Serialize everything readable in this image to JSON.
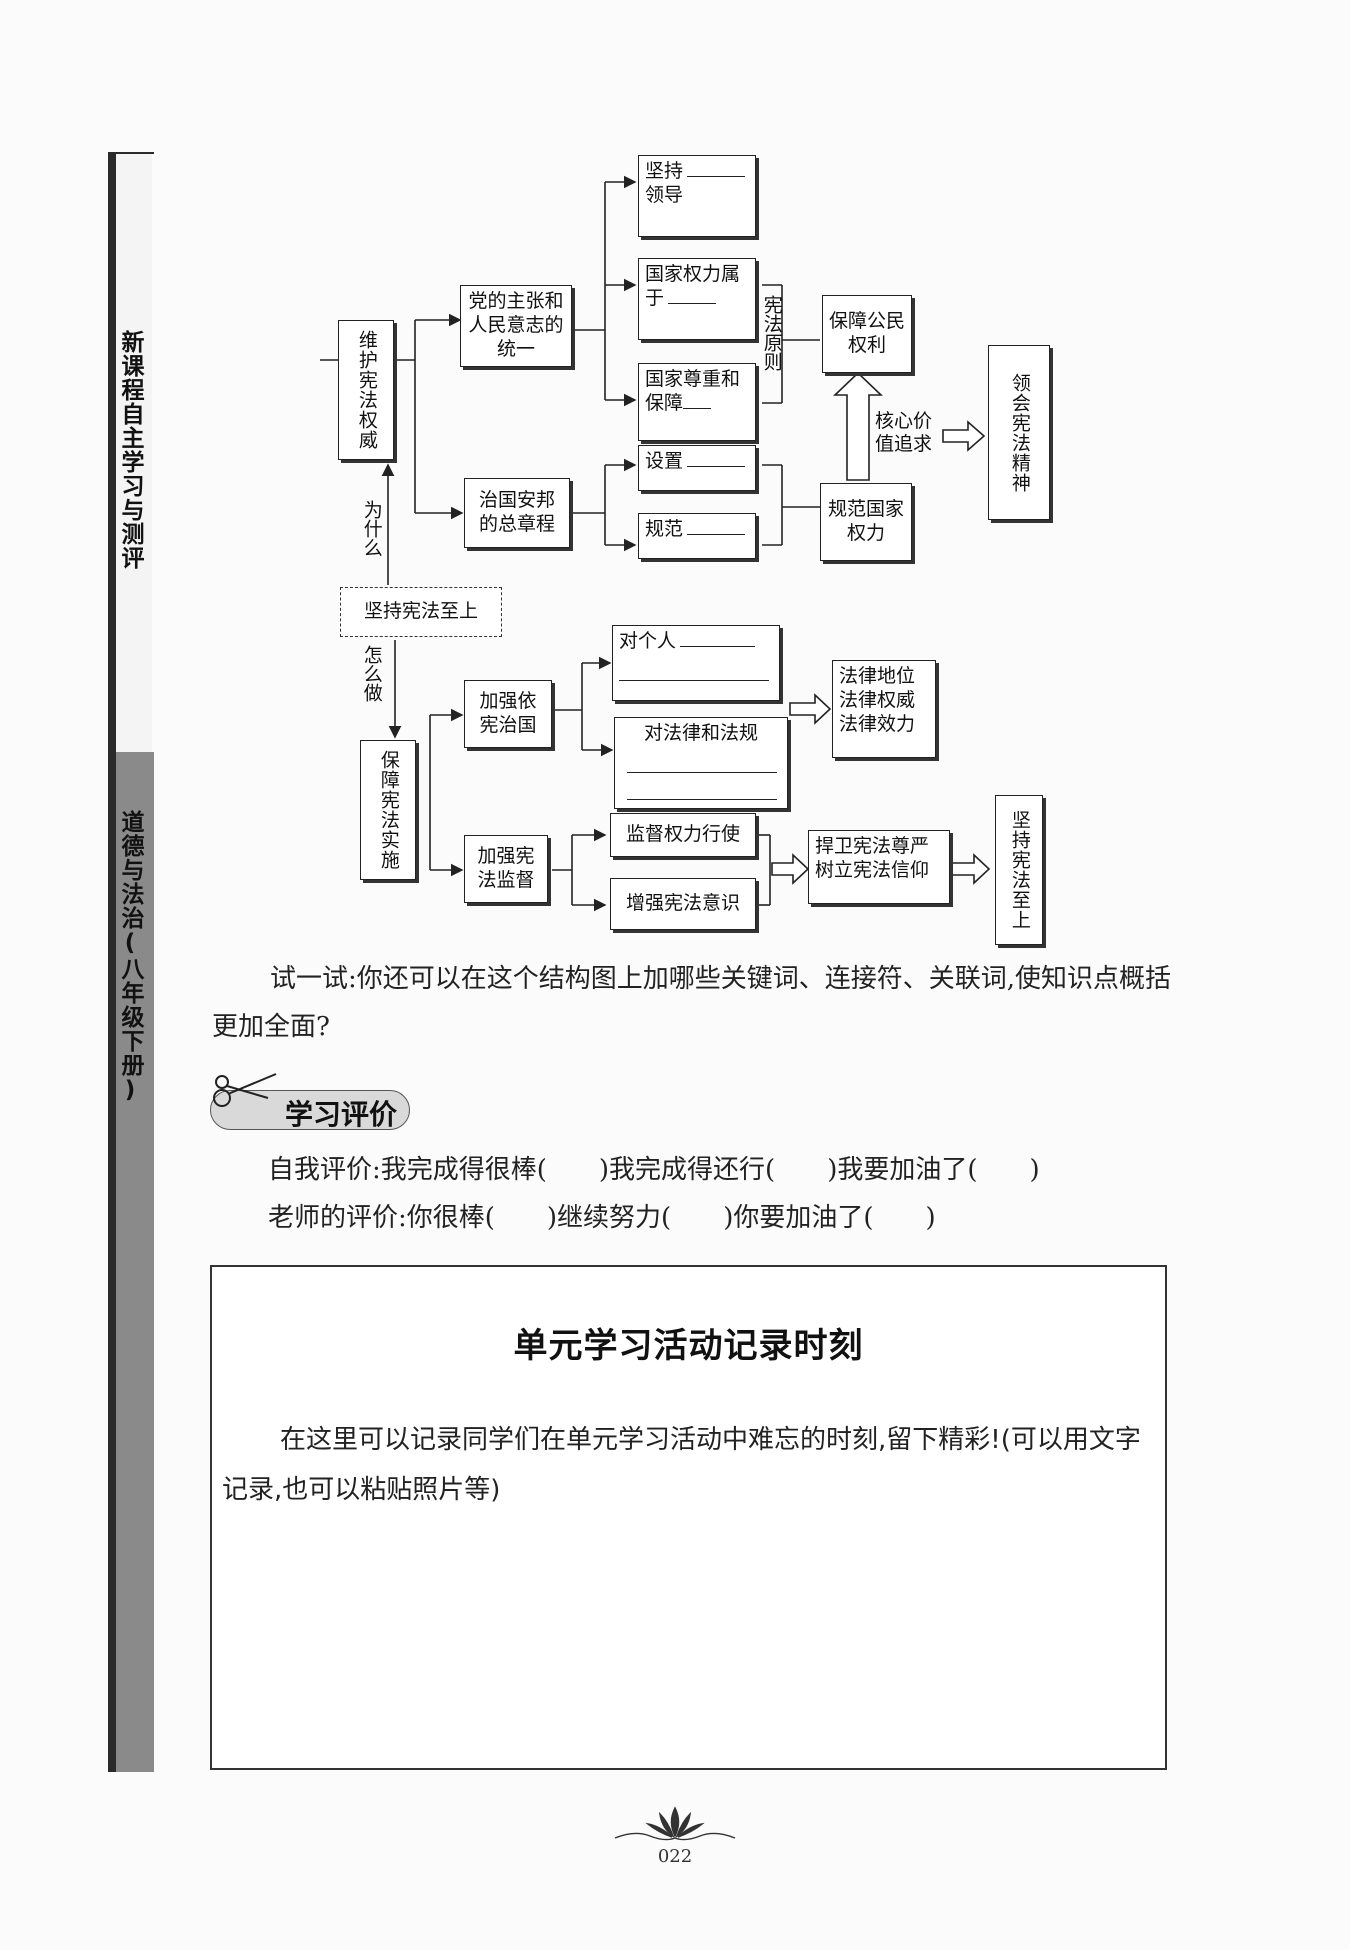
{
  "side_tab": {
    "series_title": "新课程自主学习与测评",
    "subject_title": "道德与法治(八年级下册)"
  },
  "diagram": {
    "root": "坚持宪法至上",
    "why_label": "为什么",
    "how_label": "怎么做",
    "why_node": "维护宪法权威",
    "unity_node": "党的主张和人民意志的统一",
    "charter_node": "治国安邦的总章程",
    "party_leadership": "坚持",
    "party_leadership_suffix": "领导",
    "power_belongs": "国家权力属于",
    "respect_protect": "国家尊重和保障",
    "setup": "设置",
    "regulate": "规范",
    "principle_label": "宪法原则",
    "protect_rights": "保障公民权利",
    "regulate_power": "规范国家权力",
    "core_value": "核心价值追求",
    "spirit": "领会宪法精神",
    "how_node": "保障宪法实施",
    "rule_by_constitution": "加强依宪治国",
    "for_individual": "对个人",
    "for_laws": "对法律和法规",
    "law_status": [
      "法律地位",
      "法律权威",
      "法律效力"
    ],
    "supervision": "加强宪法监督",
    "supervise_power": "监督权力行使",
    "awareness": "增强宪法意识",
    "defend": [
      "捍卫宪法尊严",
      "树立宪法信仰"
    ],
    "adhere": "坚持宪法至上"
  },
  "try_it": "试一试:你还可以在这个结构图上加哪些关键词、连接符、关联词,使知识点概括更加全面?",
  "evaluation": {
    "badge": "学习评价",
    "self": "自我评价:我完成得很棒(　　)我完成得还行(　　)我要加油了(　　)",
    "teacher": "老师的评价:你很棒(　　)继续努力(　　)你要加油了(　　)"
  },
  "record": {
    "title": "单元学习活动记录时刻",
    "text": "在这里可以记录同学们在单元学习活动中难忘的时刻,留下精彩!(可以用文字记录,也可以粘贴照片等)"
  },
  "page_number": "022"
}
